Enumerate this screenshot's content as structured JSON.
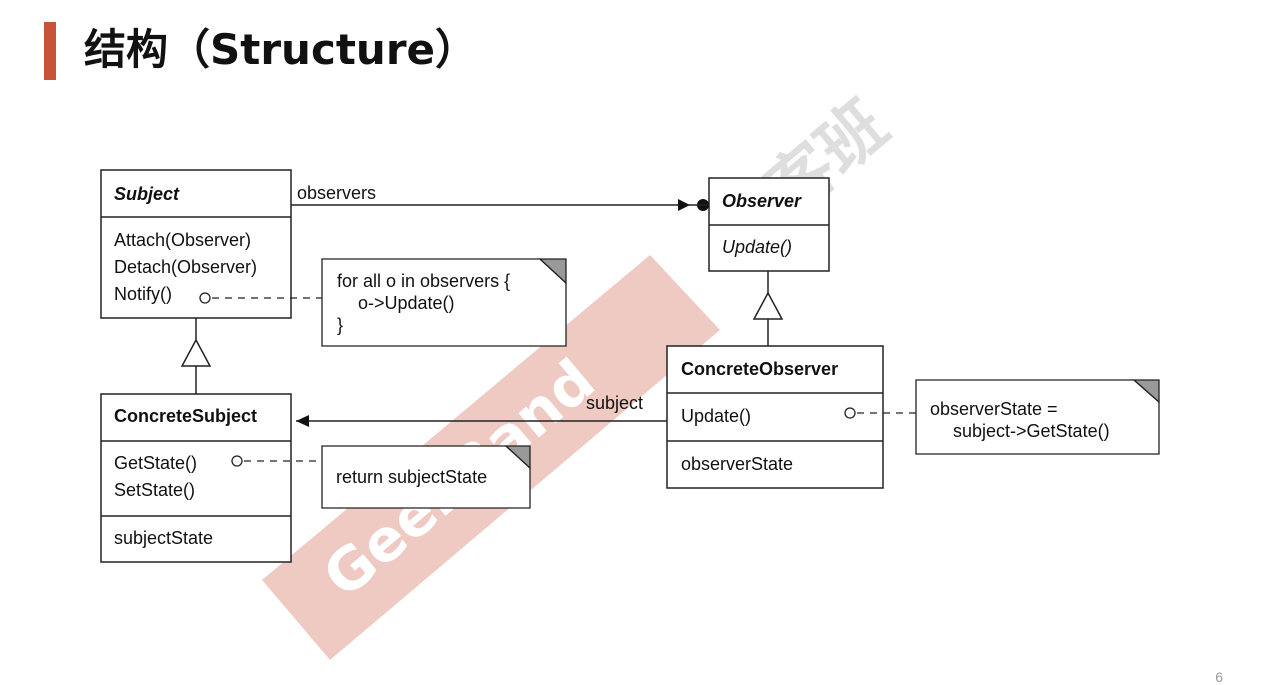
{
  "title": "结构（Structure）",
  "watermark": {
    "band_text": "GeekBand",
    "logo_text": "极客班",
    "color": "#e8b4aa"
  },
  "page_number": "6",
  "classes": {
    "subject": {
      "name": "Subject",
      "methods": [
        "Attach(Observer)",
        "Detach(Observer)",
        "Notify()"
      ]
    },
    "observer": {
      "name": "Observer",
      "methods": [
        "Update()"
      ]
    },
    "concrete_subject": {
      "name": "ConcreteSubject",
      "methods": [
        "GetState()",
        "SetState()"
      ],
      "attributes": [
        "subjectState"
      ]
    },
    "concrete_observer": {
      "name": "ConcreteObserver",
      "methods": [
        "Update()"
      ],
      "attributes": [
        "observerState"
      ]
    }
  },
  "associations": {
    "observers": "observers",
    "subject": "subject"
  },
  "notes": {
    "notify": [
      "for all o in observers {",
      "o->Update()",
      "}"
    ],
    "getstate": [
      "return subjectState"
    ],
    "update": [
      "observerState =",
      "subject->GetState()"
    ]
  }
}
